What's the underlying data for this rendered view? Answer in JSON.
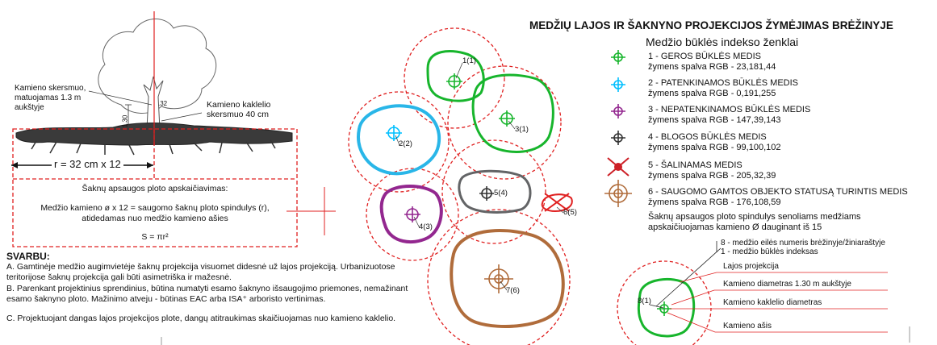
{
  "title": "MEDŽIŲ LAJOS IR ŠAKNYNO PROJEKCIJOS ŽYMĖJIMAS BRĖŽINYJE",
  "subtitle": "Medžio būklės indekso ženklai",
  "legend": [
    {
      "name": "1 - GEROS BŪKLĖS MEDIS",
      "rgb": "žymens spalva RGB - 23,181,44",
      "color": "#17b52c",
      "icon": "crosshair-icon"
    },
    {
      "name": "2 - PATENKINAMOS BŪKLĖS MEDIS",
      "rgb": "žymens spalva RGB -  0,191,255",
      "color": "#00bfff",
      "icon": "crosshair-icon"
    },
    {
      "name": "3 - NEPATENKINAMOS BŪKLĖS MEDIS",
      "rgb": "žymens spalva RGB -  147,39,143",
      "color": "#93278f",
      "icon": "crosshair-icon"
    },
    {
      "name": "4 - BLOGOS BŪKLĖS MEDIS",
      "rgb": "žymens spalva RGB - 99,100,102",
      "color": "#636466",
      "icon": "crosshair-icon"
    },
    {
      "name": "5 - ŠALINAMAS MEDIS",
      "rgb": "žymens spalva RGB - 205,32,39",
      "color": "#cd2027",
      "icon": "x-mark-icon"
    },
    {
      "name": "6 - SAUGOMO GAMTOS OBJEKTO STATUSĄ TURINTIS MEDIS",
      "rgb": "žymens spalva RGB - 176,108,59",
      "color": "#b06c3b",
      "icon": "target-icon"
    }
  ],
  "legend_note": "Šaknų apsaugos ploto spindulys senoliams medžiams apskaičiuojamas kamieno Ø dauginant iš 15",
  "diagram_labels": [
    "1(1)",
    "2(2)",
    "3(1)",
    "4(3)",
    "5(4)",
    "6(5)",
    "7(6)"
  ],
  "callouts": {
    "number_label": "8 - medžio eilės numeris brėžinyje/žiniaraštyje",
    "index_label": "1 - medžio būklės indeksas",
    "crown": "Lajos projekcija",
    "trunk_diameter": "Kamieno diametras 1.30 m aukštyje",
    "collar_diameter": "Kamieno kaklelio diametras",
    "axis": "Kamieno ašis",
    "sample_tag": "8(1)"
  },
  "tree": {
    "trunk_label": "Kamieno skersmuo, matuojamas 1.3 m aukštyje",
    "collar_label": "Kamieno kaklelio skersmuo 40 cm",
    "dim_32": ".32",
    "dim_130": "1.30",
    "radius": "r = 32 cm x 12"
  },
  "calc_box": {
    "title": "Šaknų apsaugos ploto apskaičiavimas:",
    "line1": "Medžio kamieno ø x 12 = saugomo šaknų ploto spindulys (r),",
    "line2": "atidedamas nuo medžio kamieno ašies",
    "formula": "S = πr²"
  },
  "svarbu": {
    "heading": "SVARBU:",
    "a": "A. Gamtinėje medžio augimvietėje šaknų projekcija visuomet didesnė už lajos projekciją. Urbanizuotose teritorijose šaknų projekcija gali būti asimetriška ir mažesnė.",
    "b": "B. Parenkant projektinius sprendinius, būtina numatyti esamo šaknyno išsaugojimo priemones, nemažinant esamo šaknyno ploto. Mažinimo atveju - būtinas EAC arba ISA⁺ arboristo vertinimas.",
    "c": "C. Projektuojant dangas lajos projekcijos plote, dangų atitraukimas skaičiuojamas nuo kamieno kaklelio."
  }
}
